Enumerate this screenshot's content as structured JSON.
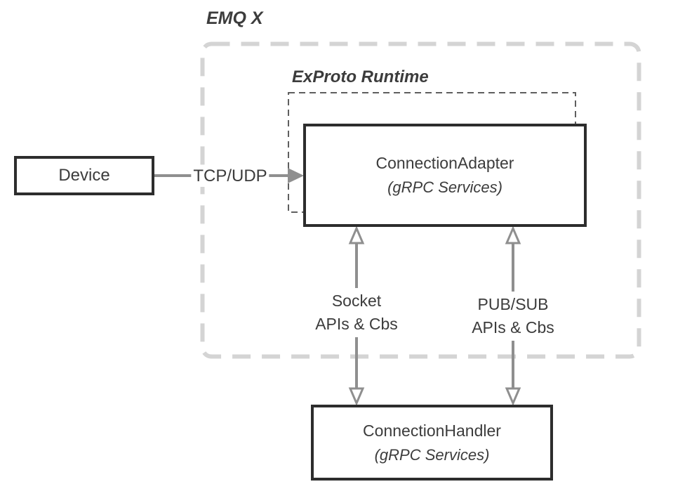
{
  "diagram": {
    "groups": {
      "emqx": {
        "label": "EMQ X"
      },
      "exproto_runtime": {
        "label": "ExProto Runtime"
      }
    },
    "nodes": {
      "device": {
        "title": "Device"
      },
      "connection_adapter": {
        "title": "ConnectionAdapter",
        "subtitle": "(gRPC Services)"
      },
      "connection_handler": {
        "title": "ConnectionHandler",
        "subtitle": "(gRPC Services)"
      }
    },
    "edges": {
      "tcp_udp": {
        "label": "TCP/UDP",
        "direction": "right"
      },
      "socket": {
        "label_line1": "Socket",
        "label_line2": "APIs & Cbs",
        "direction": "both"
      },
      "pubsub": {
        "label_line1": "PUB/SUB",
        "label_line2": "APIs & Cbs",
        "direction": "both"
      }
    }
  },
  "colors": {
    "background": "#ffffff",
    "text": "#3c3c3c",
    "box-border": "#2d2d2d",
    "arrow": "#8f8f8f",
    "outer-dash": "#d4d4d4",
    "inner-dash": "#5f5f5f"
  }
}
